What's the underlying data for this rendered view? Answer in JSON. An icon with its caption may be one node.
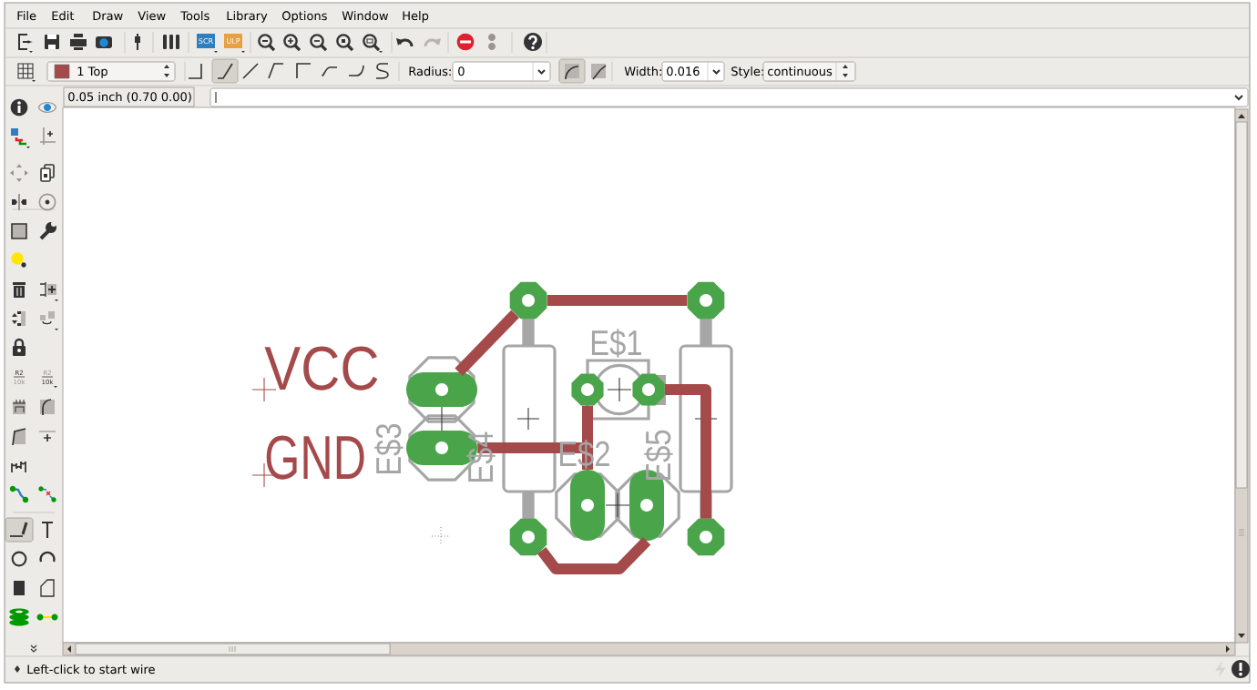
{
  "diagram": {
    "nodes": [
      {
        "text": [],
        "shape": "octagon"
      },
      {
        "text": [],
        "shape": "octagon"
      },
      {
        "text": [],
        "shape": "oval"
      },
      {
        "text": [],
        "shape": "octagon"
      },
      {
        "text": [],
        "shape": "octagon"
      },
      {
        "text": [],
        "shape": "oval"
      },
      {
        "text": [],
        "shape": "oval"
      },
      {
        "text": [],
        "shape": "oval"
      },
      {
        "text": [],
        "shape": "octagon"
      },
      {
        "text": [],
        "shape": "octagon"
      }
    ],
    "edges": [
      {
        "from": 2,
        "to": 0,
        "arrow": "none"
      },
      {
        "from": 0,
        "to": 1,
        "arrow": "none"
      },
      {
        "from": 3,
        "to": 6,
        "arrow": "none"
      },
      {
        "from": 5,
        "to": 6,
        "arrow": "none"
      },
      {
        "from": 4,
        "to": 9,
        "arrow": "none"
      },
      {
        "from": 8,
        "to": 7,
        "arrow": "none"
      }
    ],
    "labels": [
      "File",
      "Edit",
      "Draw",
      "View",
      "Tools",
      "Library",
      "Options",
      "Window",
      "Help",
      "SCR",
      "ULP",
      "1 Top",
      "Radius:",
      "0",
      "Width:",
      "0.016",
      "Style:",
      "continuous",
      "0.05 inch (0.70 0.00)",
      "R2",
      "10k",
      "R2",
      "10k",
      "E$1",
      "VCC",
      "GND",
      "E$3",
      "E$4",
      "E$2",
      "E$5",
      "Left-click to start wire"
    ]
  }
}
